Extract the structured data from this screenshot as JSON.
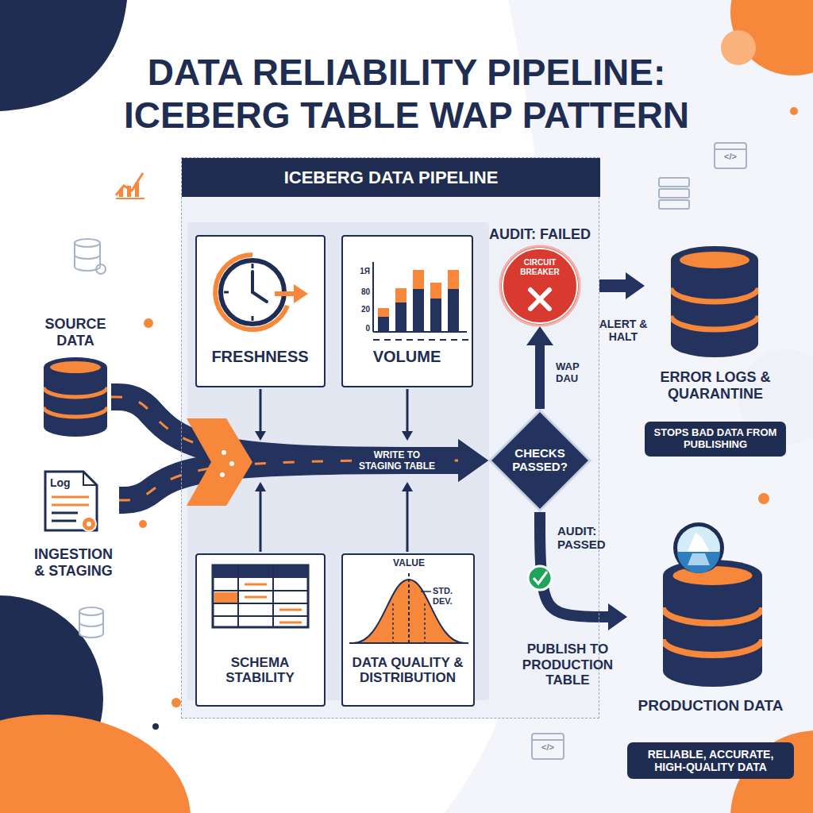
{
  "diagram": {
    "title": "DATA RELIABILITY PIPELINE: ICEBERG TABLE WAP PATTERN",
    "nodes": [
      {
        "text": [
          "SOURCE DATA"
        ]
      },
      {
        "text": [
          "Log",
          "INGESTION & STAGING"
        ]
      },
      {
        "text": [
          "ICEBERG DATA PIPELINE"
        ]
      },
      {
        "text": [
          "FRESHNESS"
        ],
        "in": 2
      },
      {
        "text": [
          "VOLUME"
        ],
        "in": 2
      },
      {
        "text": [
          "SCHEMA STABILITY"
        ],
        "in": 2
      },
      {
        "text": [
          "DATA QUALITY & DISTRIBUTION"
        ],
        "in": 2
      },
      {
        "text": [
          "AUDIT: FAILED",
          "CIRCUIT BREAKER"
        ]
      },
      {
        "text": [
          "CHECKS PASSED?"
        ]
      },
      {
        "text": [
          "ERROR LOGS & QUARANTINE",
          "STOPS BAD DATA FROM PUBLISHING"
        ]
      },
      {
        "text": [
          "PRODUCTION DATA",
          "RELIABLE, ACCURATE, HIGH-QUALITY DATA"
        ]
      }
    ],
    "edges": [
      {
        "from": 0,
        "to": 8,
        "arrow": "to",
        "label": "WRITE TO STAGING TABLE"
      },
      {
        "from": 1,
        "to": 8,
        "arrow": "to"
      },
      {
        "from": 8,
        "to": 7,
        "arrow": "to",
        "label": "WAP DAU"
      },
      {
        "from": 7,
        "to": 9,
        "arrow": "to",
        "label": "ALERT & HALT"
      },
      {
        "from": 8,
        "to": 10,
        "arrow": "to",
        "label": "AUDIT: PASSED"
      }
    ],
    "labels": [
      "1Я",
      "80",
      "20",
      "0",
      "VALUE",
      "STD. DEV.",
      "PUBLISH TO PRODUCTION TABLE",
      "</>",
      "</>"
    ]
  }
}
